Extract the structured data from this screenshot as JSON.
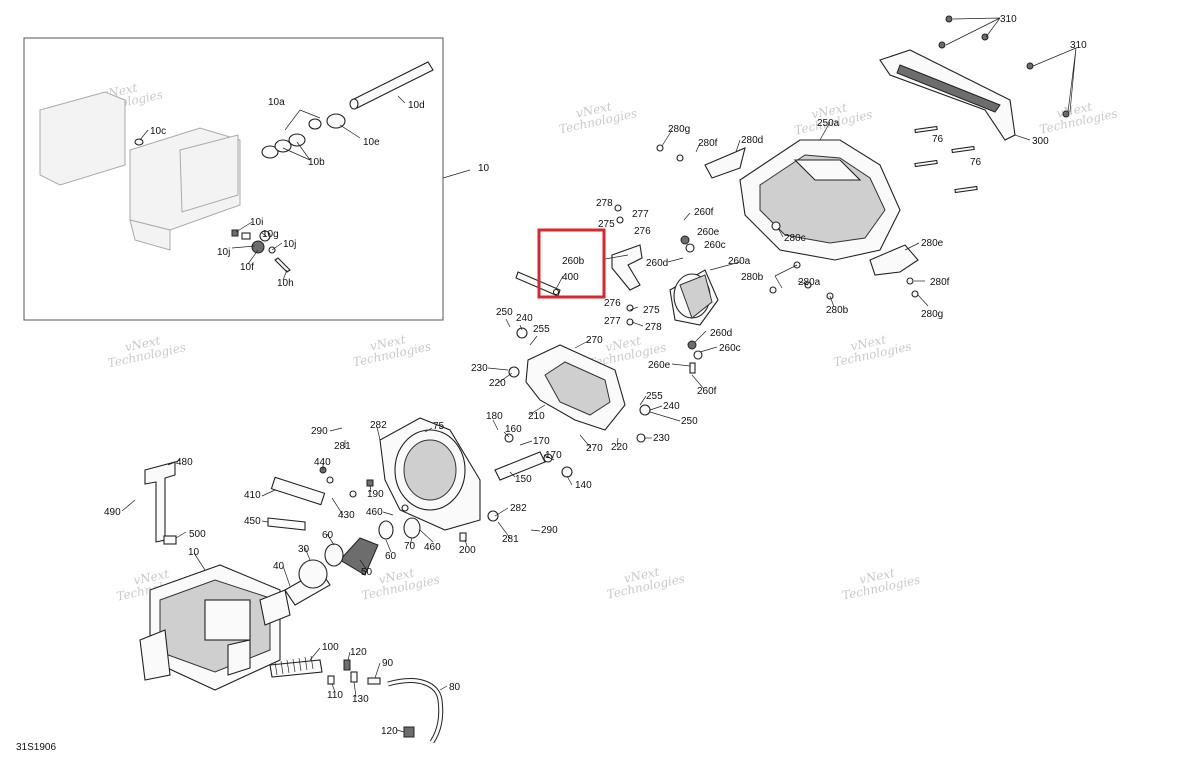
{
  "diagram": {
    "drawing_code": "31S1906",
    "highlight_color": "#d9272e",
    "watermark_lines": [
      "vNext",
      "Technologies"
    ],
    "labels": {
      "10": "10",
      "10a": "10a",
      "10b": "10b",
      "10c": "10c",
      "10d": "10d",
      "10e": "10e",
      "10f": "10f",
      "10g": "10g",
      "10h": "10h",
      "10i": "10i",
      "10j": "10j",
      "30": "30",
      "40": "40",
      "50": "50",
      "60": "60",
      "70": "70",
      "75": "75",
      "76": "76",
      "80": "80",
      "90": "90",
      "100": "100",
      "110": "110",
      "120": "120",
      "130": "130",
      "140": "140",
      "150": "150",
      "160": "160",
      "170": "170",
      "180": "180",
      "190": "190",
      "200": "200",
      "210": "210",
      "220": "220",
      "230": "230",
      "240": "240",
      "250": "250",
      "255": "255",
      "260a": "260a",
      "260b": "260b",
      "260c": "260c",
      "260d": "260d",
      "260e": "260e",
      "260f": "260f",
      "270": "270",
      "275": "275",
      "276": "276",
      "277": "277",
      "278": "278",
      "280a": "280a",
      "280b": "280b",
      "280c": "280c",
      "280d": "280d",
      "280e": "280e",
      "280f": "280f",
      "280g": "280g",
      "281": "281",
      "282": "282",
      "290": "290",
      "300": "300",
      "310": "310",
      "400": "400",
      "410": "410",
      "430": "430",
      "440": "440",
      "450": "450",
      "460": "460",
      "480": "480",
      "490": "490",
      "500": "500"
    }
  }
}
